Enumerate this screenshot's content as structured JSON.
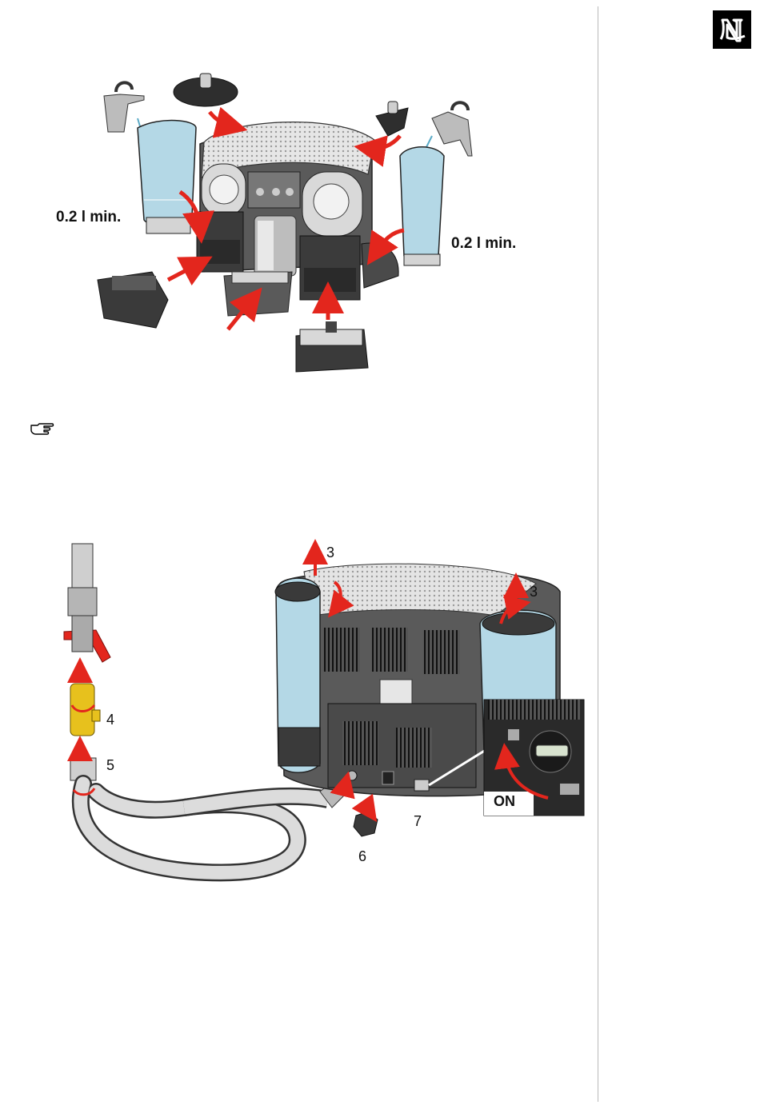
{
  "brand": {
    "logo_letter": "N",
    "logo_icon": "nespresso-logo-icon"
  },
  "figure_top": {
    "left_tank_label": "0.2 l min.",
    "right_tank_label": "0.2 l min."
  },
  "note_icon": "pointing-hand-icon",
  "figure_bottom": {
    "callouts": {
      "c3_left": "3",
      "c3_right": "3",
      "c4": "4",
      "c5": "5",
      "c6": "6",
      "c7": "7"
    },
    "switch_label": "ON"
  },
  "colors": {
    "arrow": "#e3261d",
    "tank": "#b4d8e6",
    "machine": "#4a4a4a",
    "valve_yellow": "#e7c11d"
  }
}
